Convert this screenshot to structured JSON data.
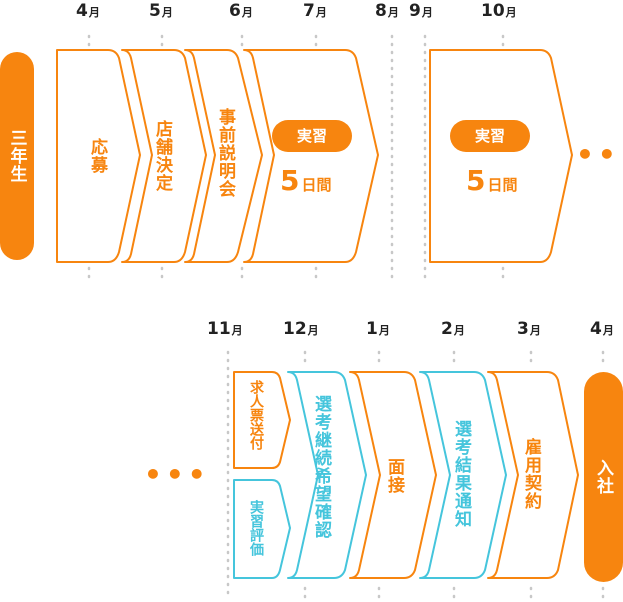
{
  "top": {
    "months": [
      "4",
      "5",
      "6",
      "7",
      "8",
      "9",
      "10"
    ],
    "month_unit": "月",
    "side_label": "三年生",
    "steps": [
      "応募",
      "店舗決定",
      "事前説明会"
    ],
    "internship_label": "実習",
    "internship_days_num": "5",
    "internship_days_unit": "日間",
    "ellipsis": "•••"
  },
  "bottom": {
    "months": [
      "11",
      "12",
      "1",
      "2",
      "3",
      "4"
    ],
    "month_unit": "月",
    "ellipsis": "•••",
    "split_upper": "求人票送付",
    "split_lower": "実習評価",
    "steps": [
      "選考継続希望確認",
      "面接",
      "選考結果通知",
      "雇用契約"
    ],
    "end_label": "入社"
  },
  "colors": {
    "orange": "#f7850f",
    "cyan": "#45c5dc",
    "dotted": "#c8c8c8"
  }
}
